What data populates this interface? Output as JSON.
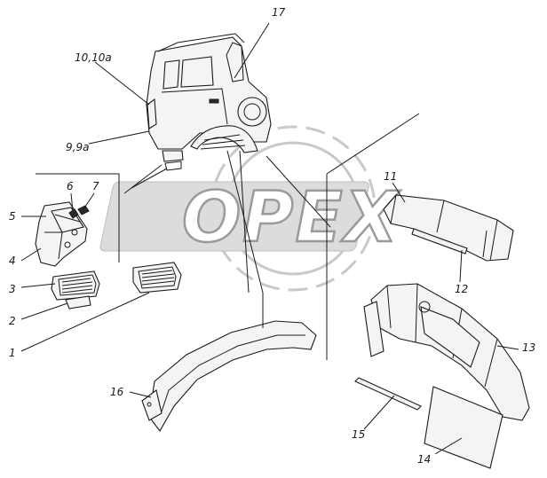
{
  "watermark": {
    "text": "OPEX"
  },
  "labels": {
    "l1": "1",
    "l2": "2",
    "l3": "3",
    "l4": "4",
    "l5": "5",
    "l6": "6",
    "l7": "7",
    "l9": "9,9a",
    "l10": "10,10a",
    "l11": "11",
    "l12": "12",
    "l13": "13",
    "l14": "14",
    "l15": "15",
    "l16": "16",
    "l17": "17"
  }
}
